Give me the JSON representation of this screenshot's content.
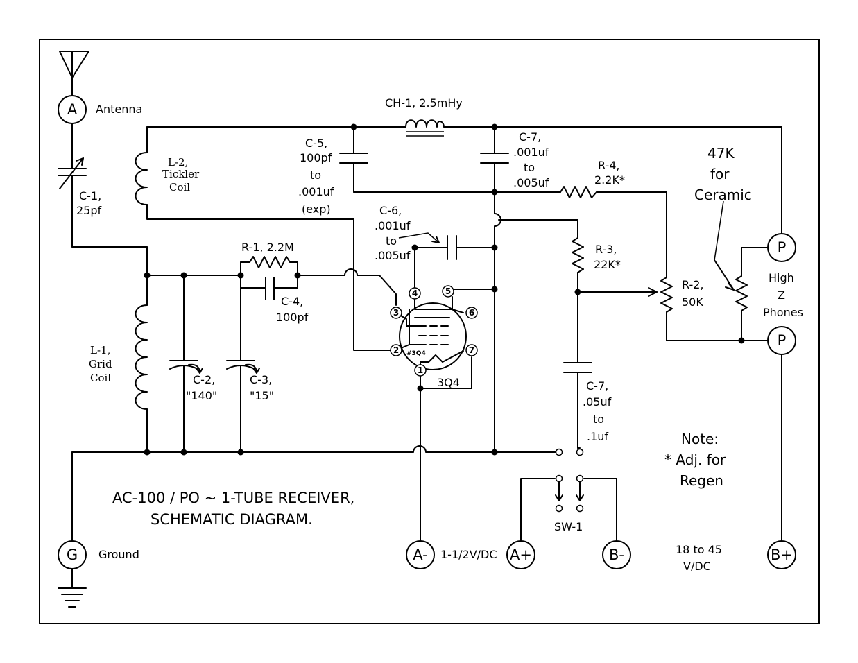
{
  "title": [
    "AC-100 / PO ~ 1-TUBE RECEIVER,",
    "SCHEMATIC DIAGRAM."
  ],
  "terminals": {
    "antenna": {
      "letter": "A",
      "label": "Antenna"
    },
    "ground": {
      "letter": "G",
      "label": "Ground"
    },
    "a_minus": {
      "letter": "A-",
      "label": "1-1/2V/DC"
    },
    "a_plus": {
      "letter": "A+"
    },
    "b_minus": {
      "letter": "B-"
    },
    "b_plus": {
      "letter": "B+"
    },
    "phones_top": {
      "letter": "P"
    },
    "phones_bottom": {
      "letter": "P"
    }
  },
  "components": {
    "c1": [
      "C-1,",
      "25pf"
    ],
    "l2": [
      "L-2,",
      "Tickler",
      "Coil"
    ],
    "ch1": "CH-1, 2.5mHy",
    "c5": [
      "C-5,",
      "100pf",
      "to",
      ".001uf",
      "(exp)"
    ],
    "c7_top": [
      "C-7,",
      ".001uf",
      "to",
      ".005uf"
    ],
    "r4": [
      "R-4,",
      "2.2K*"
    ],
    "ceramic": [
      "47K",
      "for",
      "Ceramic"
    ],
    "c6": [
      "C-6,",
      ".001uf",
      "to",
      ".005uf"
    ],
    "r1": "R-1, 2.2M",
    "c4": [
      "C-4,",
      "100pf"
    ],
    "r3": [
      "R-3,",
      "22K*"
    ],
    "r2": [
      "R-2,",
      "50K"
    ],
    "phones": [
      "High",
      "Z",
      "Phones"
    ],
    "l1": [
      "L-1,",
      "Grid",
      "Coil"
    ],
    "c2": [
      "C-2,",
      "\"140\""
    ],
    "c3": [
      "C-3,",
      "\"15\""
    ],
    "c7_bottom": [
      "C-7,",
      ".05uf",
      "to",
      ".1uf"
    ],
    "tube_type": "3Q4",
    "tube_mark": "#3Q4",
    "tube_pins": [
      "1",
      "2",
      "3",
      "4",
      "5",
      "6",
      "7"
    ],
    "sw1": "SW-1"
  },
  "note": [
    "Note:",
    "* Adj. for",
    "Regen"
  ],
  "b_voltage": [
    "18 to 45",
    "V/DC"
  ]
}
